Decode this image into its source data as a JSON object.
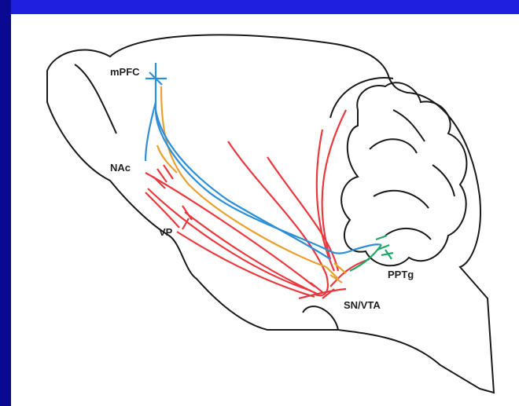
{
  "diagram": {
    "labels": {
      "mpfc": "mPFC",
      "nac": "NAc",
      "vp": "VP",
      "pptg": "PPTg",
      "snvta": "SN/VTA"
    },
    "colors": {
      "background_slide": "#1515b8",
      "panel": "#ffffff",
      "outline": "#1a1a1a",
      "mpfc_projection": "#2e8fd6",
      "dopamine_projection": "#e8a030",
      "gaba_projection": "#e8393f",
      "pptg_projection": "#1fa86a"
    }
  }
}
